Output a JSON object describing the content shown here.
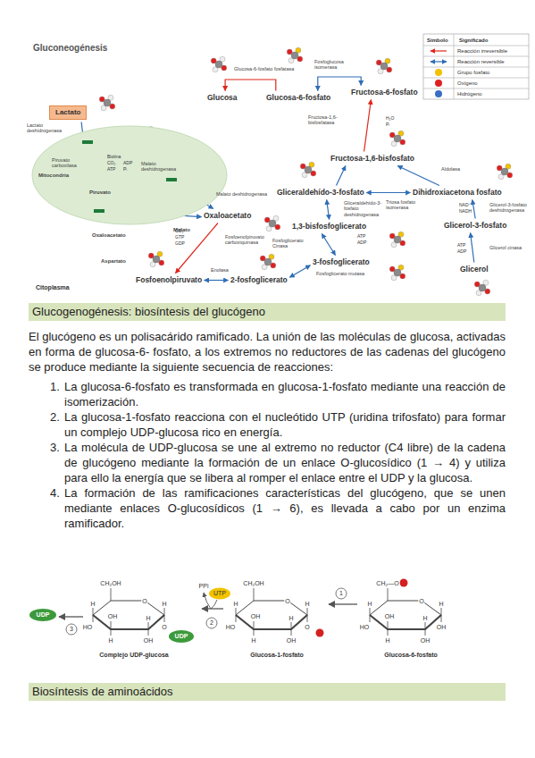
{
  "diagram": {
    "title": "Gluconeogénesis",
    "nodes": [
      {
        "text": [
          "Mitocondria"
        ]
      },
      {
        "text": [
          "Lactato"
        ]
      },
      {
        "text": [
          "Piruvato"
        ],
        "in": 0
      },
      {
        "text": [
          "Oxaloacetato"
        ],
        "in": 0
      },
      {
        "text": [
          "Malato"
        ],
        "in": 0
      },
      {
        "text": [
          "Aspartato"
        ],
        "in": 0
      },
      {
        "text": [
          "Oxaloacetato"
        ]
      },
      {
        "text": [
          "Fosfoenolpiruvato"
        ]
      },
      {
        "text": [
          "2-fosfoglicerato"
        ]
      },
      {
        "text": [
          "3-fosfoglicerato"
        ]
      },
      {
        "text": [
          "1,3-bisfosfoglicerato"
        ]
      },
      {
        "text": [
          "Gliceraldehído-3-fosfato"
        ]
      },
      {
        "text": [
          "Dihidroxiacetona fosfato"
        ]
      },
      {
        "text": [
          "Glicerol-3-fosfato"
        ]
      },
      {
        "text": [
          "Glicerol"
        ]
      },
      {
        "text": [
          "Fructosa-1,6-bisfosfato"
        ]
      },
      {
        "text": [
          "Fructosa-6-fosfato"
        ]
      },
      {
        "text": [
          "Glucosa-6-fosfato"
        ]
      },
      {
        "text": [
          "Glucosa"
        ]
      },
      {
        "text": [
          "Glucogenogénesis: biosíntesis del glucógeno"
        ]
      },
      {
        "text": [
          "Biosíntesis de aminoácidos"
        ]
      }
    ],
    "edges": [
      {
        "from": 1,
        "to": 2,
        "arrow": "to",
        "label": "Lactato deshidrogenasa"
      },
      {
        "from": 2,
        "to": 3,
        "arrow": "to",
        "label": "Piruvato carboxilasa"
      },
      {
        "from": 3,
        "to": 4,
        "arrow": "both",
        "label": "Malato deshidrogenasa"
      },
      {
        "from": 4,
        "to": 6,
        "arrow": "both",
        "label": "Malato deshidrogenasa"
      },
      {
        "from": 3,
        "to": 5,
        "arrow": "to"
      },
      {
        "from": 5,
        "to": 6,
        "arrow": "to"
      },
      {
        "from": 6,
        "to": 7,
        "arrow": "to",
        "label": "Fosfoenolpiruvato carboxiquinasa"
      },
      {
        "from": 7,
        "to": 8,
        "arrow": "both",
        "label": "Enolasa"
      },
      {
        "from": 8,
        "to": 9,
        "arrow": "both",
        "label": "Fosfoglicerato mutasa"
      },
      {
        "from": 9,
        "to": 10,
        "arrow": "both",
        "label": "Fosfoglicerato Cinasa"
      },
      {
        "from": 10,
        "to": 11,
        "arrow": "both",
        "label": "Gliceraldehído-3-fosfato deshidrogenasa"
      },
      {
        "from": 11,
        "to": 12,
        "arrow": "both",
        "label": "Triosa fosfato isomerasa"
      },
      {
        "from": 11,
        "to": 15,
        "arrow": "to"
      },
      {
        "from": 12,
        "to": 15,
        "arrow": "to",
        "label": "Aldolasa"
      },
      {
        "from": 14,
        "to": 13,
        "arrow": "to",
        "label": "Glicerol cinasa"
      },
      {
        "from": 13,
        "to": 12,
        "arrow": "to",
        "label": "Glicerol-3-fosfato deshidrogenasa"
      },
      {
        "from": 15,
        "to": 16,
        "arrow": "to",
        "label": "Fructosa-1,6-bisfosfatasa"
      },
      {
        "from": 16,
        "to": 17,
        "arrow": "both",
        "label": "Fosfoglucosa isomerasa"
      },
      {
        "from": 17,
        "to": 18,
        "arrow": "to",
        "label": "Glucosa-6-fosfato fosfatasa"
      }
    ],
    "labels": [
      "Símbolo",
      "Significado",
      "Citoplasma",
      "Biotina",
      "CO₂",
      "ATP",
      "ADP",
      "Pᵢ",
      "CO₂",
      "GTP",
      "GDP",
      "ATP",
      "ADP",
      "ATP",
      "ADP",
      "NAD⁺",
      "NADH",
      "H₂O",
      "Pᵢ",
      "El glucógeno es un polisacárido ramificado. La unión de las moléculas de glucosa, activadas en forma de glucosa-6- fosfato, a los extremos no reductores de las cadenas del glucógeno se produce mediante la siguiente secuencia de reacciones:",
      "1.",
      "La glucosa-6-fosfato es transformada en glucosa-1-fosfato mediante una reacción de isomerización.",
      "2.",
      "La glucosa-1-fosfato reacciona con el nucleótido UTP (uridina trifosfato) para formar un complejo UDP-glucosa rico en energía.",
      "3.",
      "La molécula de UDP-glucosa se une al extremo no reductor (C4 libre) de la cadena de glucógeno mediante la formación de un enlace O-glucosídico (1 → 4) y utiliza para ello la energía que se libera al romper el enlace entre el UDP y la glucosa.",
      "4.",
      "La formación de las ramificaciones características del glucógeno, que se unen mediante enlaces O-glucosídicos (1 → 6), es llevada a cabo por un enzima ramificador.",
      "PPi",
      "UTP",
      "UDP",
      "UDP",
      "1",
      "2",
      "3",
      "Complejo UDP-glucosa",
      "Glucosa-1-fosfato",
      "Glucosa-6-fosfato",
      "CH₂OH",
      "O",
      "H",
      "HO",
      "OH",
      "H",
      "H",
      "OH",
      "H",
      "O",
      "CH₂OH",
      "O",
      "H",
      "HO",
      "OH",
      "H",
      "H",
      "OH",
      "H",
      "O",
      "CH₂—O",
      "O",
      "H",
      "HO",
      "OH",
      "H",
      "H",
      "OH",
      "H",
      "OH"
    ],
    "legend": [
      {
        "text": "Reacción irreversible"
      },
      {
        "text": "Reacción reversible"
      },
      {
        "text": "Grupo fosfato",
        "color": "#f2c200"
      },
      {
        "text": "Oxígeno",
        "color": "#e02020"
      },
      {
        "text": "Hidrógeno",
        "color": "#3a6fc4"
      }
    ]
  }
}
